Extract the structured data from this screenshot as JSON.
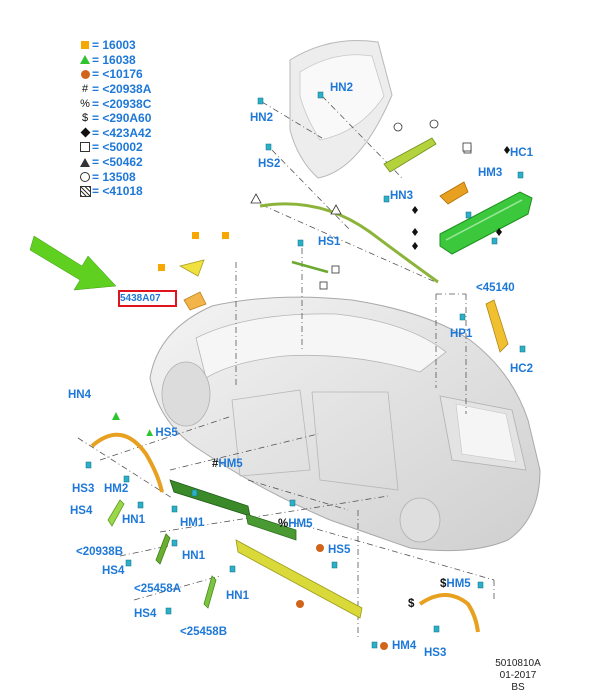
{
  "legend": [
    {
      "icon": "orange-square-icon",
      "text": "= 16003"
    },
    {
      "icon": "green-triangle-icon",
      "text": "= 16038"
    },
    {
      "icon": "orange-circle-icon",
      "text": "= <10176"
    },
    {
      "icon": "hash-icon",
      "glyph": "#",
      "text": "= <20938A"
    },
    {
      "icon": "percent-icon",
      "glyph": "%",
      "text": "= <20938C"
    },
    {
      "icon": "dollar-icon",
      "glyph": "$",
      "text": "= <290A60"
    },
    {
      "icon": "black-diamond-icon",
      "text": "= <423A42"
    },
    {
      "icon": "open-square-icon",
      "text": "= <50002"
    },
    {
      "icon": "open-triangle-icon",
      "text": "= <50462"
    },
    {
      "icon": "open-circle-icon",
      "text": "= 13508"
    },
    {
      "icon": "hatched-square-icon",
      "text": "= <41018"
    }
  ],
  "labels": {
    "hn2_top": "HN2",
    "hn2_left": "HN2",
    "hs2": "HS2",
    "hc1": "HC1",
    "hm3": "HM3",
    "hn3": "HN3",
    "hs1": "HS1",
    "c45140": "<45140",
    "hp1": "HP1",
    "hc2": "HC2",
    "hn4": "HN4",
    "hs5_left": "HS5",
    "hm5_hash": "HM5",
    "hs3_left": "HS3",
    "hm2": "HM2",
    "hs4_top": "HS4",
    "hn1_a": "HN1",
    "hm1": "HM1",
    "hm5_pct": "HM5",
    "c20938b": "<20938B",
    "hn1_b": "HN1",
    "hs5_right": "HS5",
    "hs4_mid": "HS4",
    "c25458a": "<25458A",
    "hm5_dollar": "HM5",
    "hn1_c": "HN1",
    "hs4_bot": "HS4",
    "c25458b": "<25458B",
    "hm4": "HM4",
    "hs3_right": "HS3"
  },
  "prefixes": {
    "hash": "#",
    "percent": "%",
    "dollar": "$",
    "green_triangle": "▲",
    "dollar_standalone": "$"
  },
  "highlighted_label": "5438A07",
  "footer": {
    "code": "5010810A",
    "date": "01-2017",
    "initials": "BS"
  },
  "colors": {
    "label_blue": "#1e78d8",
    "callout_square": "#f7a800",
    "callout_triangle": "#2ec42e",
    "callout_circle": "#d0641a",
    "highlight_box": "#e0141e",
    "arrow_green": "#5fd020",
    "part_green": "#3cc83c",
    "part_olive": "#8db43a",
    "part_yellow": "#d9d93a",
    "part_orange": "#e8a020",
    "part_dark_green": "#3a8a2a"
  }
}
